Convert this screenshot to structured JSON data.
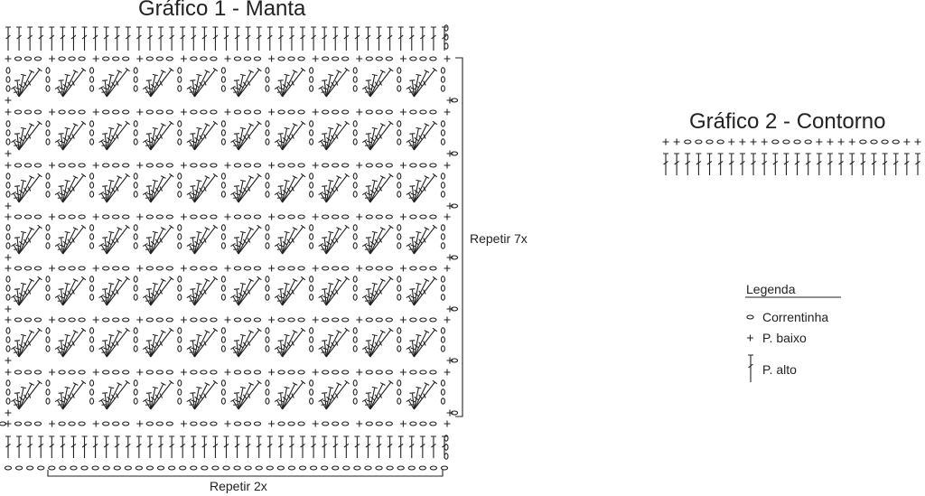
{
  "chart1": {
    "title": "Gráfico 1 - Manta",
    "repeat_vertical": "Repetir 7x",
    "repeat_horizontal": "Repetir 2x"
  },
  "chart2": {
    "title": "Gráfico 2 - Contorno"
  },
  "legend": {
    "title": "Legenda",
    "items": [
      {
        "symbol": "chain",
        "label": "Correntinha"
      },
      {
        "symbol": "single-crochet",
        "label": "P. baixo"
      },
      {
        "symbol": "double-crochet",
        "label": "P. alto"
      }
    ]
  },
  "pattern": {
    "fan_rows": 7,
    "fans_per_row": 10,
    "dc_per_fan": 5,
    "chain_groups_per_row": 10,
    "chains_per_group": 3,
    "top_dc_count": 41,
    "bottom_dc_count": 41,
    "border_sequence": "++oooo++++oooo++++oooo++",
    "border_dc_count": 24
  },
  "colors": {
    "ink": "#222222",
    "background": "#ffffff"
  }
}
